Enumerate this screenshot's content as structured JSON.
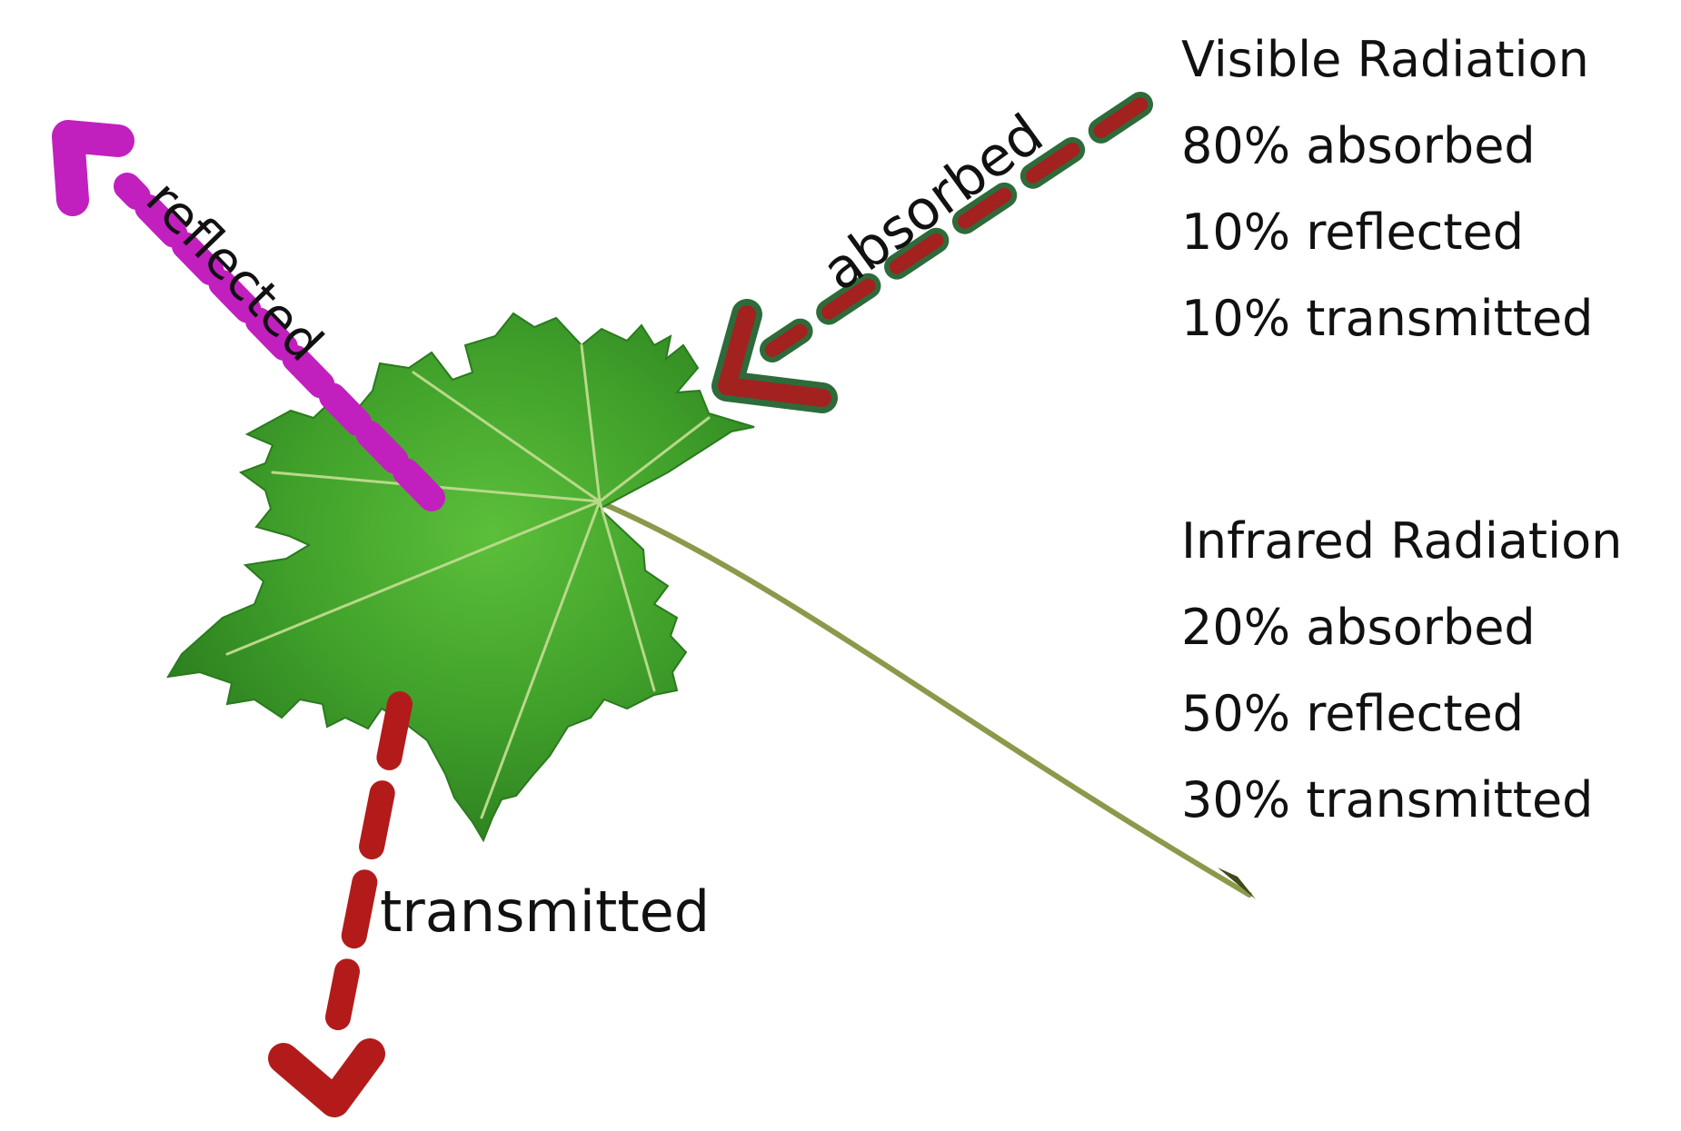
{
  "diagram": {
    "labels": {
      "reflected": "reflected",
      "absorbed": "absorbed",
      "transmitted": "transmitted"
    },
    "visible": {
      "title": "Visible Radiation",
      "lines": [
        "80% absorbed",
        "10% reflected",
        "10% transmitted"
      ]
    },
    "infrared": {
      "title": "Infrared Radiation",
      "lines": [
        "20% absorbed",
        "50% reflected",
        "30% transmitted"
      ]
    },
    "colors": {
      "reflected_arrow": "#c21fbf",
      "absorbed_arrow_fill": "#a3211f",
      "absorbed_arrow_outline": "#2e6b3a",
      "transmitted_arrow": "#b31b1b",
      "leaf_light": "#5cbf3a",
      "leaf_dark": "#2f8a22",
      "leaf_vein": "#b9d98a",
      "stem": "#8a9a4a"
    }
  }
}
